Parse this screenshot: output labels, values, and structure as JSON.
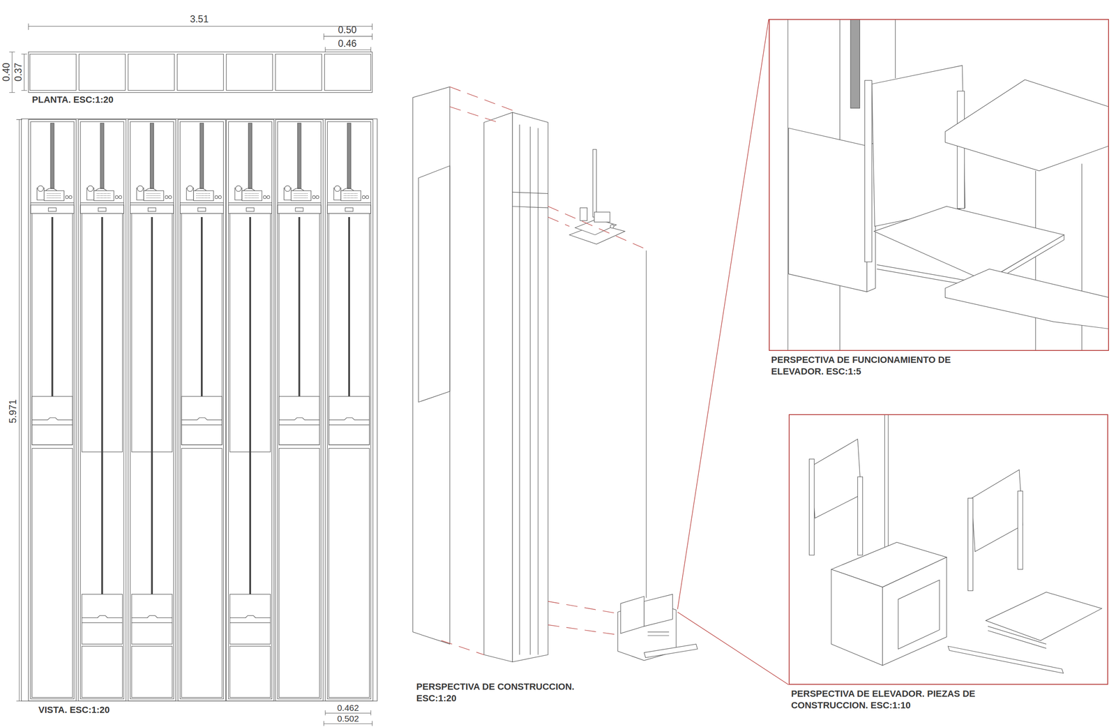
{
  "diagram": {
    "nodes": [
      {
        "text": [
          "PERSPECTIVA DE FUNCIONAMIENTO DE ELEVADOR. ESC:1:5"
        ]
      },
      {
        "text": [
          "PERSPECTIVA DE ELEVADOR. PIEZAS DE CONSTRUCCION. ESC:1:10"
        ]
      }
    ],
    "labels": [
      "3.51",
      "0.50",
      "0.46",
      "0.40",
      "0.37",
      "PLANTA. ESC:1:20",
      "5.971",
      "VISTA. ESC:1:20",
      "0.462",
      "0.502",
      "PERSPECTIVA DE CONSTRUCCION. ESC:1:20"
    ]
  }
}
